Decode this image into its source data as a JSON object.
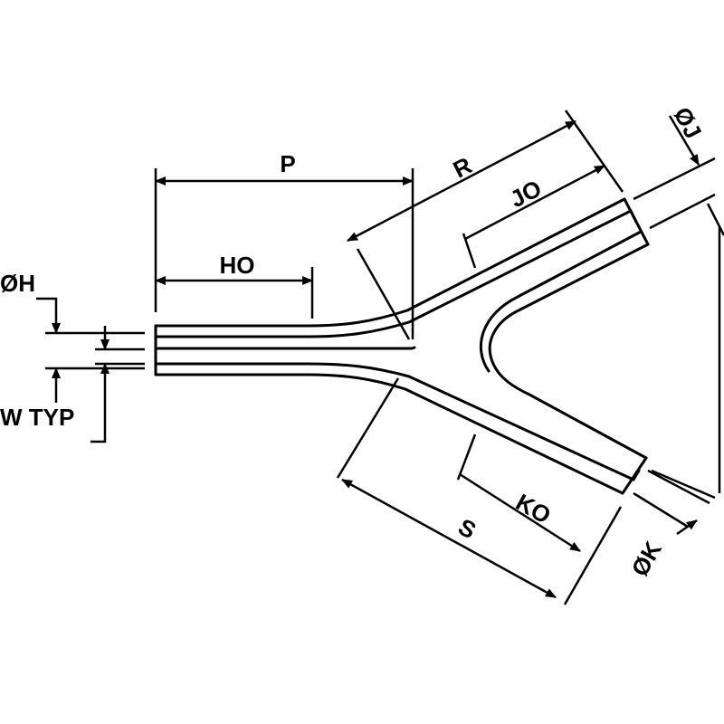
{
  "diagram": {
    "labels": {
      "P": "P",
      "HO": "HO",
      "H": "ØH",
      "W": "W TYP",
      "R": "R",
      "JO": "JO",
      "J": "ØJ",
      "S": "S",
      "KO": "KO",
      "K": "ØK"
    },
    "colors": {
      "stroke": "#000000",
      "background": "#ffffff"
    }
  }
}
